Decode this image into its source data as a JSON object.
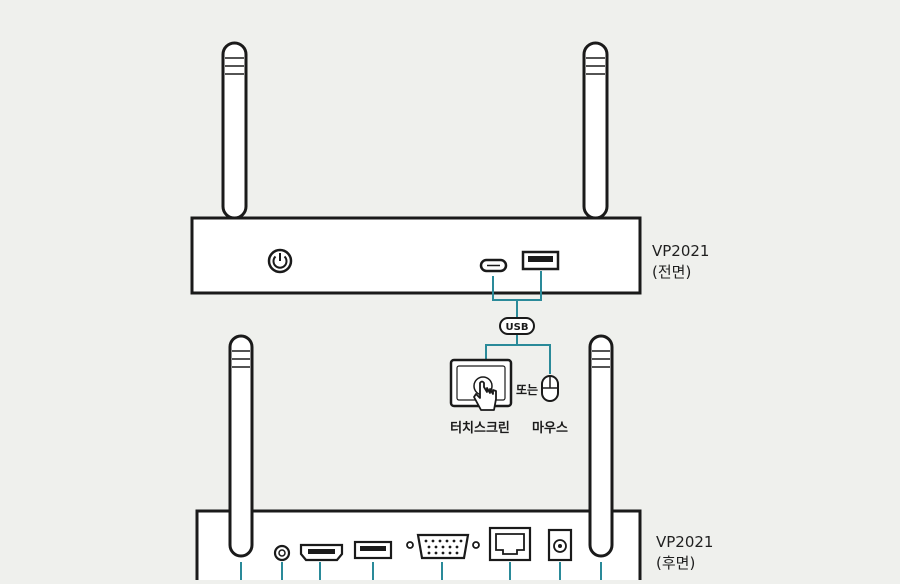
{
  "front": {
    "model": "VP2021",
    "side": "(전면)"
  },
  "usb": {
    "badge": "USB",
    "or_text": "또는"
  },
  "devices": {
    "touchscreen": "터치스크린",
    "mouse": "마우스"
  },
  "rear": {
    "model": "VP2021",
    "side": "(후면)"
  },
  "colors": {
    "background": "#eff0ed",
    "outline": "#1a1a1a",
    "antenna_fill": "#ffffff",
    "connector_line": "#2a8a99"
  }
}
